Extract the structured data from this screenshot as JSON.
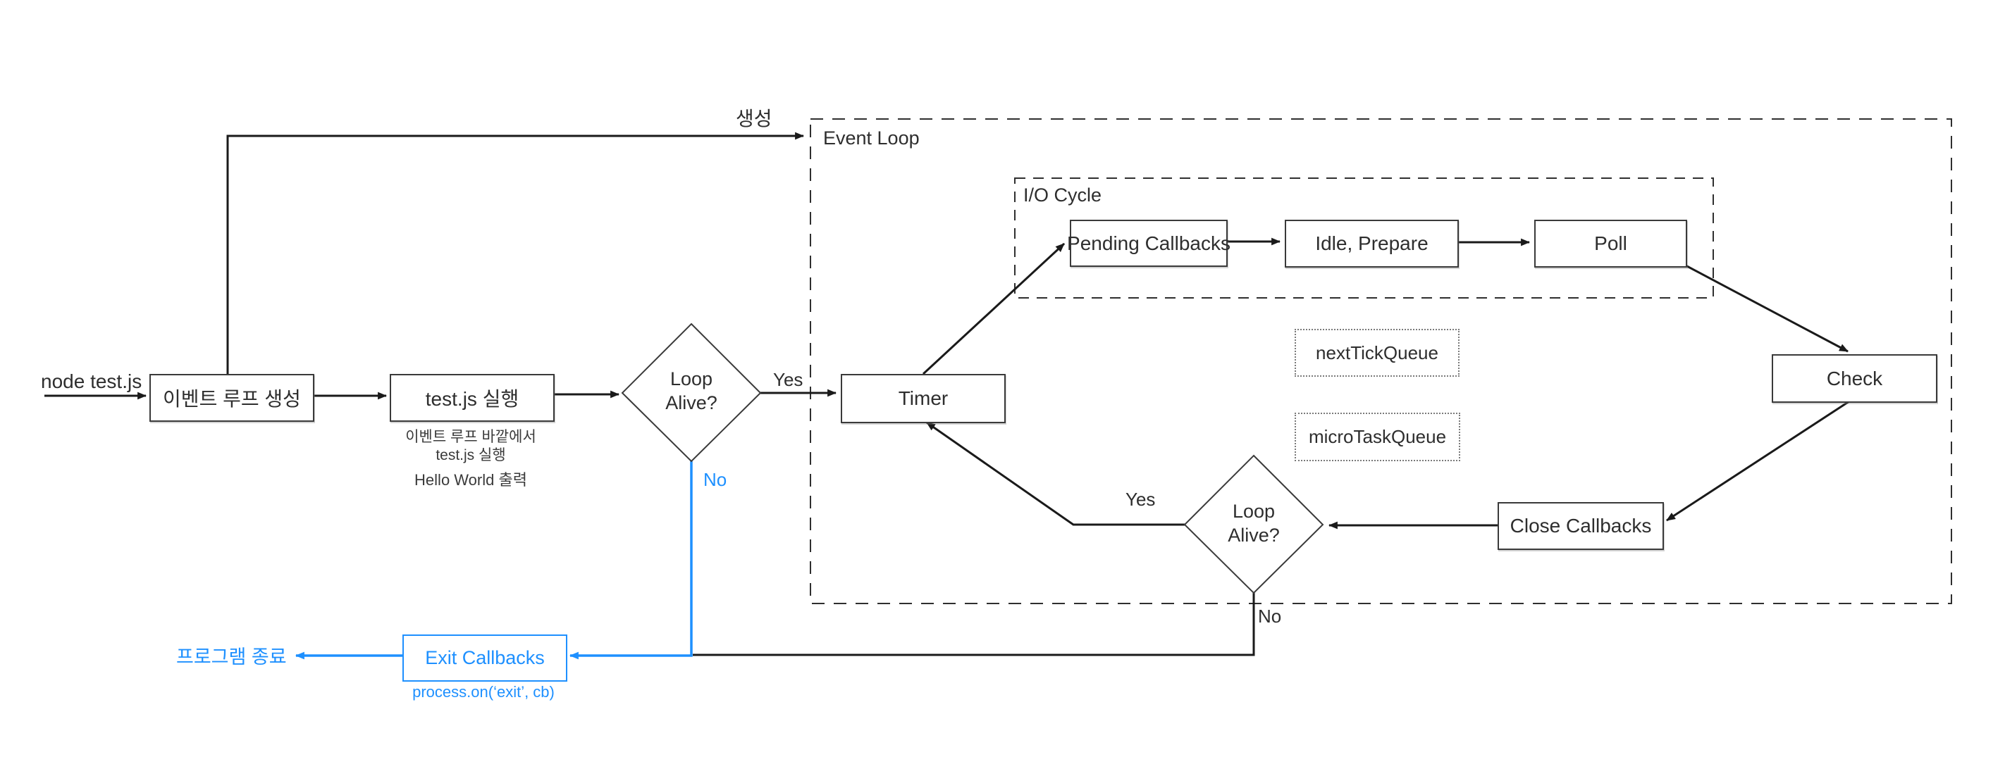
{
  "colors": {
    "accent_blue": "#1e90ff",
    "line": "#1a1a1a",
    "text": "#2e2e2e"
  },
  "flow": {
    "start_command": "node test.js",
    "create_event_loop": "이벤트 루프 생성",
    "creation_arrow_label": "생성",
    "run_test_js": "test.js 실행",
    "run_caption_line1": "이벤트 루프 바깥에서",
    "run_caption_line2": "test.js 실행",
    "run_caption_line3": "Hello World 출력",
    "decision_top": {
      "line1": "Loop",
      "line2": "Alive?",
      "yes": "Yes",
      "no": "No"
    },
    "event_loop": {
      "title": "Event Loop",
      "io_cycle": {
        "title": "I/O Cycle",
        "pending_callbacks": "Pending Callbacks",
        "idle_prepare": "Idle, Prepare",
        "poll": "Poll"
      },
      "next_tick_queue": "nextTickQueue",
      "micro_task_queue": "microTaskQueue",
      "timer": "Timer",
      "check": "Check",
      "close_callbacks": "Close Callbacks",
      "decision_bottom": {
        "line1": "Loop",
        "line2": "Alive?",
        "yes": "Yes",
        "no": "No"
      }
    },
    "exit": {
      "exit_callbacks": "Exit Callbacks",
      "exit_caption": "process.on(‘exit’, cb)",
      "program_exit": "프로그램 종료"
    }
  }
}
